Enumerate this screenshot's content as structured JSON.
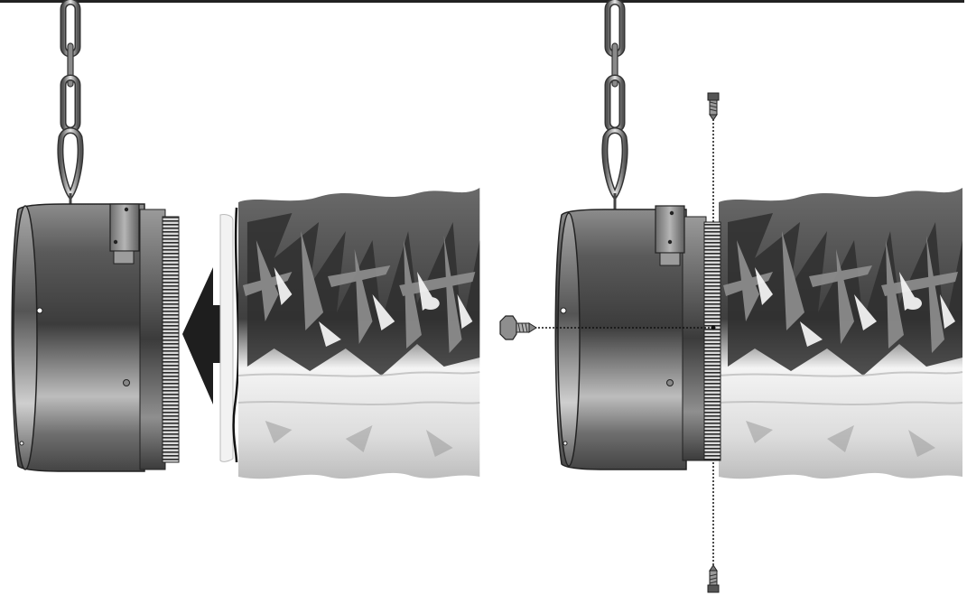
{
  "figure": {
    "panels": [
      {
        "id": "left",
        "step": "insert-duct-into-collar"
      },
      {
        "id": "right",
        "step": "fasten-with-screws"
      }
    ],
    "colors": {
      "frame_top": "#222222",
      "fan_dark": "#3a3a3a",
      "fan_mid": "#8a8a8a",
      "fan_light": "#d8d8d8",
      "arrow": "#1e1e1e",
      "insulation_dark": "#4b4b4b",
      "insulation_mid": "#9a9a9a",
      "insulation_light": "#efefef"
    },
    "icons": [
      "chain-icon",
      "carabiner-icon",
      "arrow-left-icon",
      "screw-icon"
    ]
  }
}
